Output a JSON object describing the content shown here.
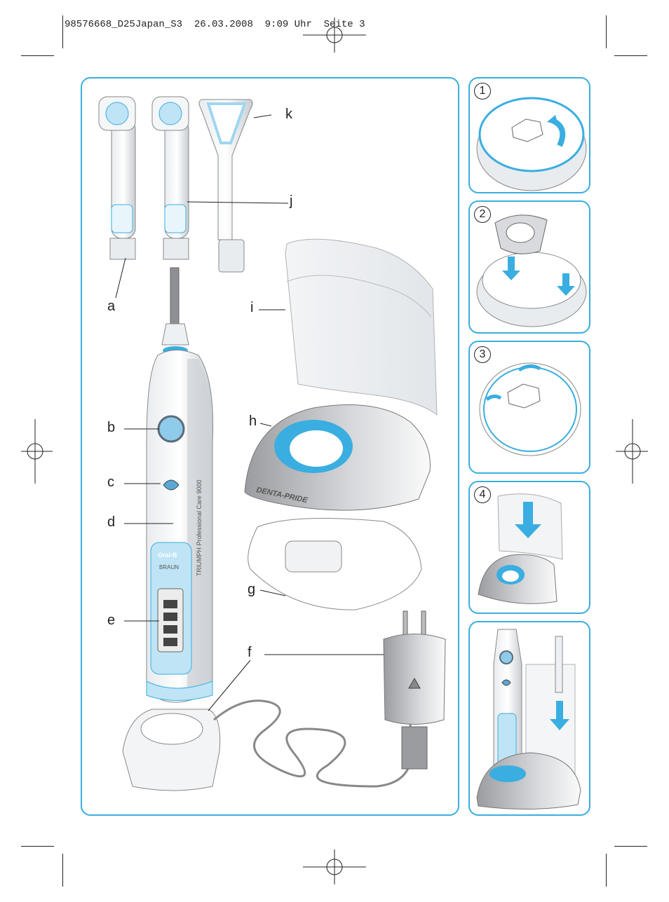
{
  "header": {
    "text": "98576668_D25Japan_S3  26.03.2008  9:09 Uhr  Seite 3"
  },
  "labels": {
    "a": "a",
    "b": "b",
    "c": "c",
    "d": "d",
    "e": "e",
    "f": "f",
    "g": "g",
    "h": "h",
    "i": "i",
    "j": "j",
    "k": "k"
  },
  "steps": [
    "1",
    "2",
    "3",
    "4"
  ],
  "texts": {
    "oralb": "Oral-B",
    "braun": "BRAUN",
    "handle_side": "TRIUMPH Professional Care 9000",
    "station": "DENTA-PRIDE"
  },
  "colors": {
    "accent": "#3aaee0",
    "light_blue": "#9fd6ef",
    "grey": "#8e9094",
    "dark_grey": "#6f7176"
  }
}
